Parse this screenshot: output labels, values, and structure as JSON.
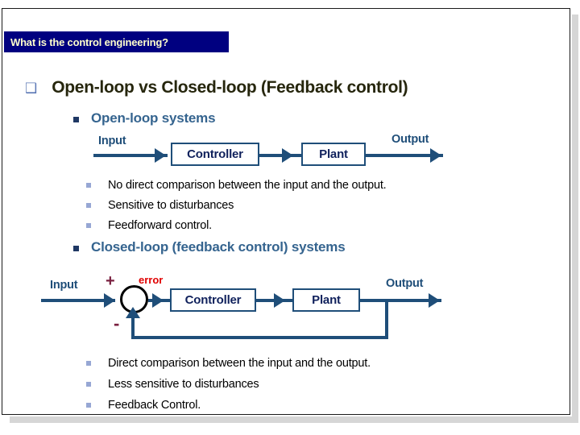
{
  "slide": {
    "header_title": "What is the control engineering?",
    "heading": "Open-loop vs Closed-loop (Feedback control)",
    "heading_bullet_glyph": "❑",
    "sections": [
      {
        "id": "open-loop",
        "subheading": "Open-loop systems",
        "bullets": [
          "No direct comparison between the input and the output.",
          "Sensitive to disturbances",
          "Feedforward control."
        ],
        "diagram": {
          "input_label": "Input",
          "output_label": "Output",
          "blocks": [
            "Controller",
            "Plant"
          ]
        }
      },
      {
        "id": "closed-loop",
        "subheading": "Closed-loop (feedback control) systems",
        "bullets": [
          "Direct comparison between the input and the output.",
          "Less sensitive to disturbances",
          "Feedback Control."
        ],
        "diagram": {
          "input_label": "Input",
          "output_label": "Output",
          "error_label": "error",
          "plus_sign": "+",
          "minus_sign": "-",
          "blocks": [
            "Controller",
            "Plant"
          ]
        }
      }
    ]
  },
  "colors": {
    "header_band": "#000080",
    "header_text": "#ffffcc",
    "heading_text": "#26260d",
    "subheading_text": "#35648f",
    "diagram_line": "#1f4e79",
    "block_text": "#10215c",
    "error_text": "#e00000",
    "sign_text": "#7a2040",
    "bullet_lvl1": "#5b77b5",
    "bullet_lvl2": "#1f3864",
    "bullet_lvl3": "#97a7d4"
  }
}
